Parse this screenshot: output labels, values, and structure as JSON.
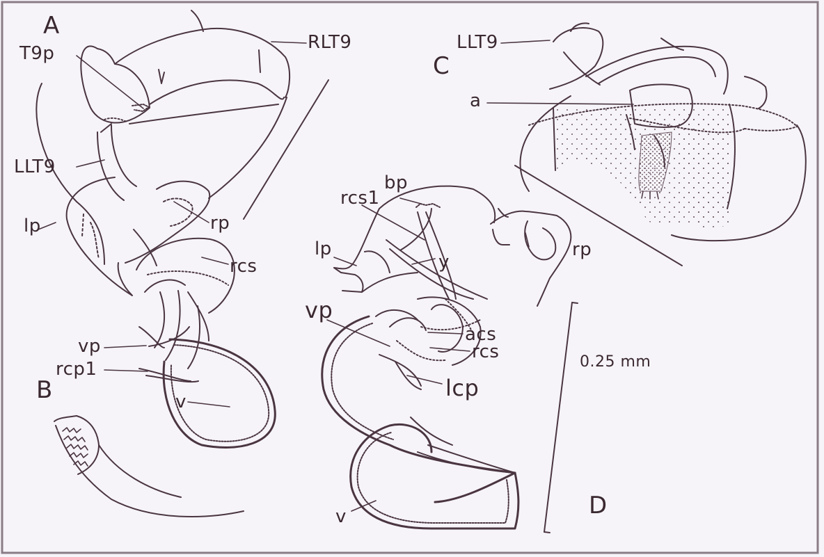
{
  "colors": {
    "background": "#f6f4f8",
    "ink": "#4a3540"
  },
  "panels": {
    "a": "A",
    "b": "B",
    "c": "C",
    "d": "D"
  },
  "labels": {
    "t9p": "T9p",
    "rlt9": "RLT9",
    "llt9_a": "LLT9",
    "lp_a": "lp",
    "rp_a": "rp",
    "rcs_a": "rcs",
    "vp_a": "vp",
    "rcp1": "rcp1",
    "v_a": "v",
    "llt9_c": "LLT9",
    "a_c": "a",
    "bp": "bp",
    "rcs1": "rcs1",
    "lp_d": "lp",
    "rp_d": "rp",
    "y": "y",
    "vp_d": "vp",
    "acs": "acs",
    "rcs_d": "rcs",
    "lcp": "lcp",
    "v_d": "v"
  },
  "scale_bar": {
    "label": "0.25 mm"
  }
}
